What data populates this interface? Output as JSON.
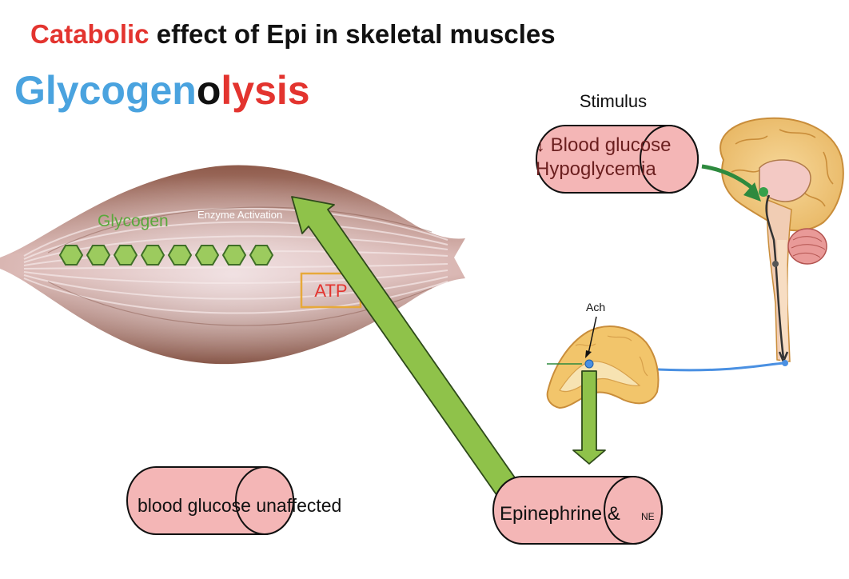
{
  "title": {
    "highlight": "Catabolic",
    "rest": " effect of Epi in skeletal muscles"
  },
  "heading": {
    "part1": "Glycogen",
    "part2": "o",
    "part3": "lysis"
  },
  "labels": {
    "stimulus": "Stimulus",
    "blood_glucose_line1": "↓ Blood glucose",
    "blood_glucose_line2": "Hypoglycemia",
    "glycogen": "Glycogen",
    "enzyme_activation": "Enzyme Activation",
    "atp": "ATP",
    "ach": "Ach",
    "epinephrine": "Epinephrine &",
    "ne": "NE",
    "blood_glucose_unaffected": "blood glucose unaffected"
  },
  "colors": {
    "title_red": "#e3342f",
    "heading_blue": "#4aa3df",
    "pill_fill": "#f4b6b6",
    "arrow_green": "#8fc24a",
    "glycogen_green": "#5aa83c",
    "atp_red": "#e3342f",
    "atp_border": "#e7a93a"
  }
}
